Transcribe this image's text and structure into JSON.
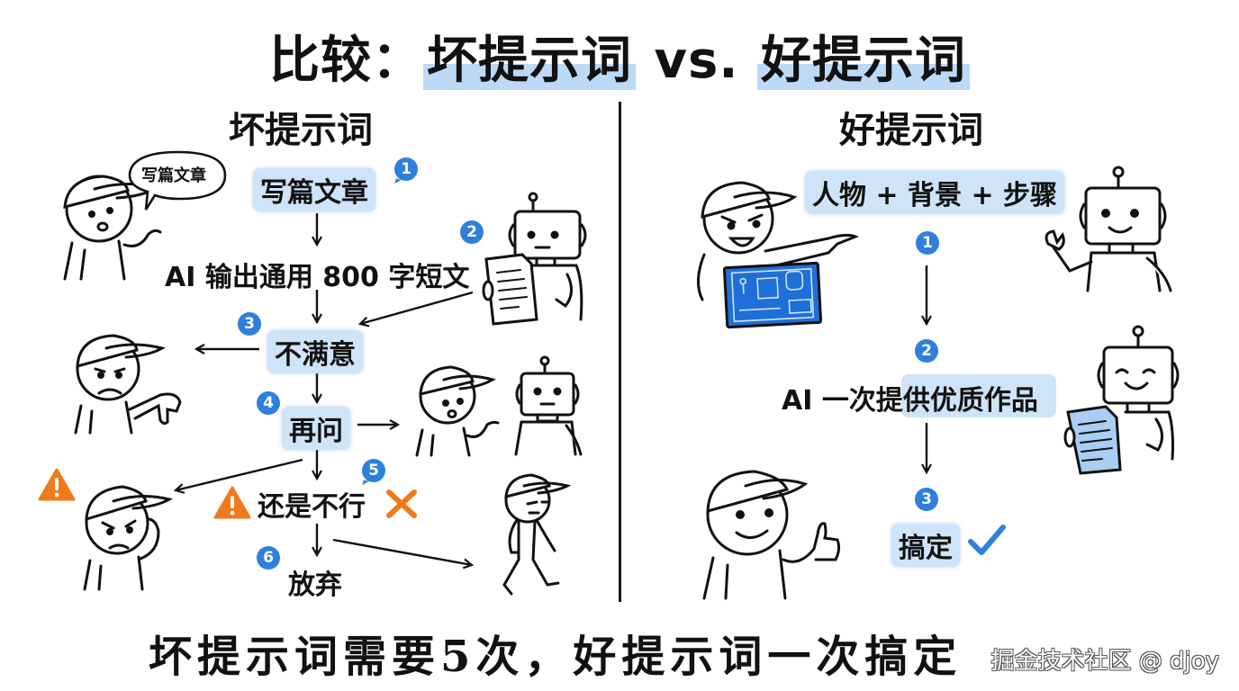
{
  "title": {
    "prefix": "比较：",
    "bad": "坏提示词",
    "vs": "vs.",
    "good": "好提示词"
  },
  "bad_section": {
    "heading": "坏提示词",
    "speech_bubble": "写篇文章",
    "steps": [
      {
        "badge": "1",
        "label": "写篇文章",
        "style": "pill"
      },
      {
        "badge": "2",
        "label": "AI 输出通用 800 字短文",
        "style": "plain"
      },
      {
        "badge": "3",
        "label": "不满意",
        "style": "pill"
      },
      {
        "badge": "4",
        "label": "再问",
        "style": "pill"
      },
      {
        "badge": "5",
        "label": "还是不行",
        "style": "plain",
        "icons": [
          "warning-icon",
          "cross-icon"
        ]
      },
      {
        "badge": "6",
        "label": "放弃",
        "style": "plain"
      }
    ],
    "figures": [
      "person-asking",
      "robot-with-document",
      "person-sad-thumbs-down",
      "person-confused",
      "robot-neutral",
      "person-frustrated",
      "person-walking-away"
    ]
  },
  "good_section": {
    "heading": "好提示词",
    "prompt_box": "人物 + 背景 + 步骤",
    "steps": [
      {
        "badge": "1",
        "label": ""
      },
      {
        "badge": "2",
        "label": "AI 一次提供优质作品"
      },
      {
        "badge": "3",
        "label": "搞定",
        "icon": "checkmark-icon"
      }
    ],
    "figures": [
      "person-pointing-with-blueprint",
      "robot-waving",
      "robot-happy-with-document",
      "person-thumbs-up"
    ]
  },
  "footer": {
    "conclusion": "坏提示词需要5次，好提示词一次搞定",
    "watermark": "掘金技术社区 @ djoy"
  },
  "colors": {
    "badge_blue": "#2f7fdc",
    "pill_bg": "#cfe4f8",
    "highlight": "#bcdaf5",
    "warning_orange": "#f07a1a",
    "check_blue": "#2f7fdc",
    "blueprint_blue": "#1f6fd8",
    "document_blue": "#a9cdf3"
  }
}
